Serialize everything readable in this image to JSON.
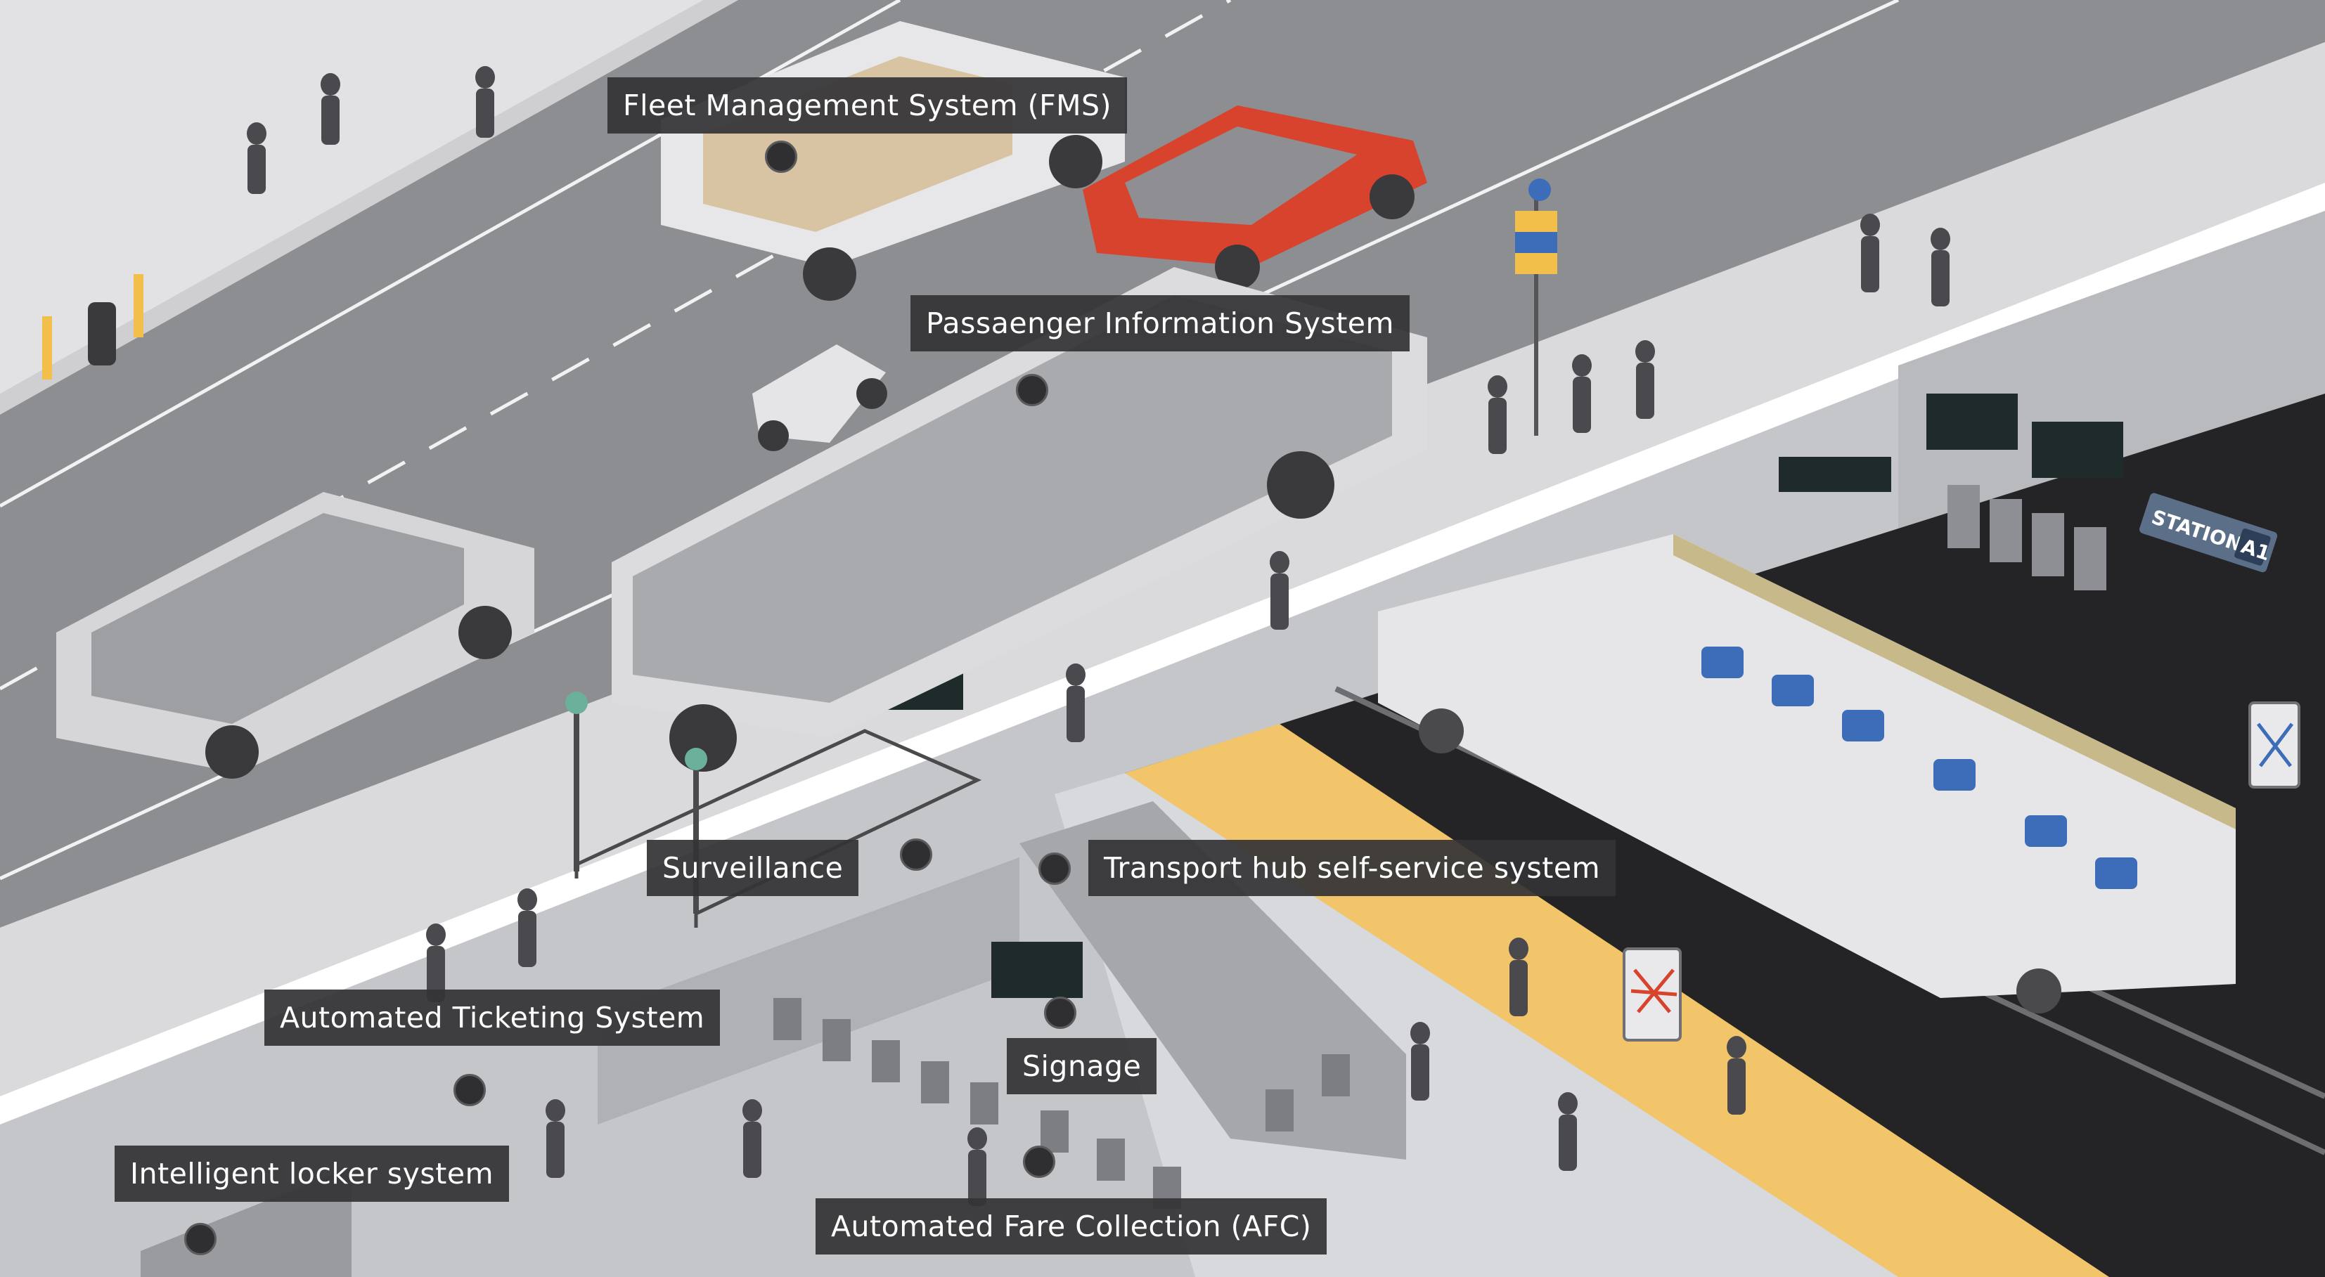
{
  "callouts": {
    "fms": "Fleet Management System (FMS)",
    "pis": "Passaenger Information System",
    "surveillance": "Surveillance",
    "self_service": "Transport hub self-service system",
    "ticketing": "Automated Ticketing System",
    "signage": "Signage",
    "locker": "Intelligent locker system",
    "afc": "Automated Fare Collection (AFC)"
  },
  "station_sign": {
    "word": "STATION",
    "code": "A1"
  },
  "icons": {
    "callout_marker": "callout-dot-icon",
    "bus_stop": "bus-stop-sign-icon",
    "metro_map": "metro-map-kiosk-icon",
    "station_map": "station-map-sign-icon"
  },
  "colors": {
    "road": "#8b8c90",
    "sidewalk": "#dcdcde",
    "platform": "#c9c9cc",
    "track": "#2a2a2c",
    "safety_line": "#f4c76a",
    "train_seat": "#3d6db8",
    "red_car": "#d8432e",
    "label_bg": "#343436"
  }
}
